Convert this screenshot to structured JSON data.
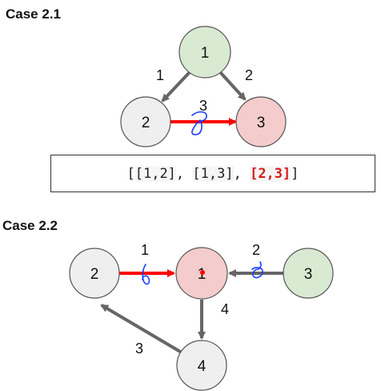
{
  "case1": {
    "title": "Case 2.1",
    "nodes": {
      "n1": "1",
      "n2": "2",
      "n3": "3"
    },
    "edges": {
      "e12": "1",
      "e13": "2",
      "e23": "3"
    },
    "list": {
      "open": "[",
      "item1": "[1,2]",
      "sep1": ", ",
      "item2": "[1,3]",
      "sep2": ", ",
      "item3": "[2,3]",
      "close": "]"
    }
  },
  "case2": {
    "title": "Case 2.2",
    "nodes": {
      "n2": "2",
      "n1": "1",
      "n3": "3",
      "n4": "4"
    },
    "edges": {
      "e21": "1",
      "e31": "2",
      "e14": "4",
      "e42": "3"
    }
  },
  "colors": {
    "green_node": "#d9ead3",
    "red_node": "#f4cccc",
    "gray_node": "#efefef",
    "edge_gray": "#666666",
    "edge_red": "#ff0000",
    "annotation_blue": "#1a3cff"
  }
}
